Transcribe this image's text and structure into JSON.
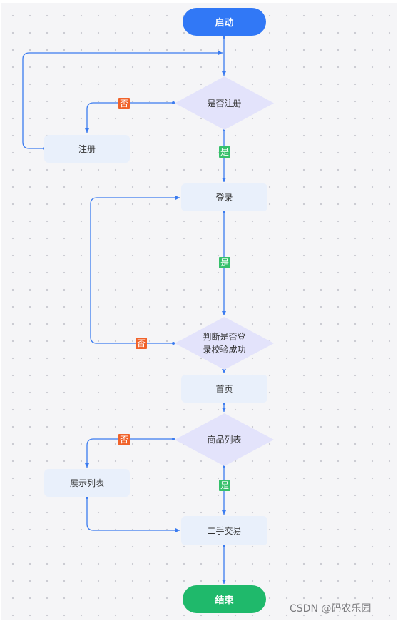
{
  "nodes": {
    "start": "启动",
    "is_registered": "是否注册",
    "register": "注册",
    "login": "登录",
    "login_check_line1": "判断是否登",
    "login_check_line2": "录校验成功",
    "home": "首页",
    "product_list": "商品列表",
    "show_list": "展示列表",
    "second_hand_trade": "二手交易",
    "end": "结束"
  },
  "edge_labels": {
    "yes": "是",
    "no": "否"
  },
  "colors": {
    "start": "#3178f6",
    "end": "#1fb96b",
    "process": "#e9f0fb",
    "decision": "#e3e3fb",
    "connector": "#3a7bf0",
    "yes_tag": "#36c06b",
    "no_tag": "#f0622a"
  },
  "watermark": "CSDN @码农乐园"
}
